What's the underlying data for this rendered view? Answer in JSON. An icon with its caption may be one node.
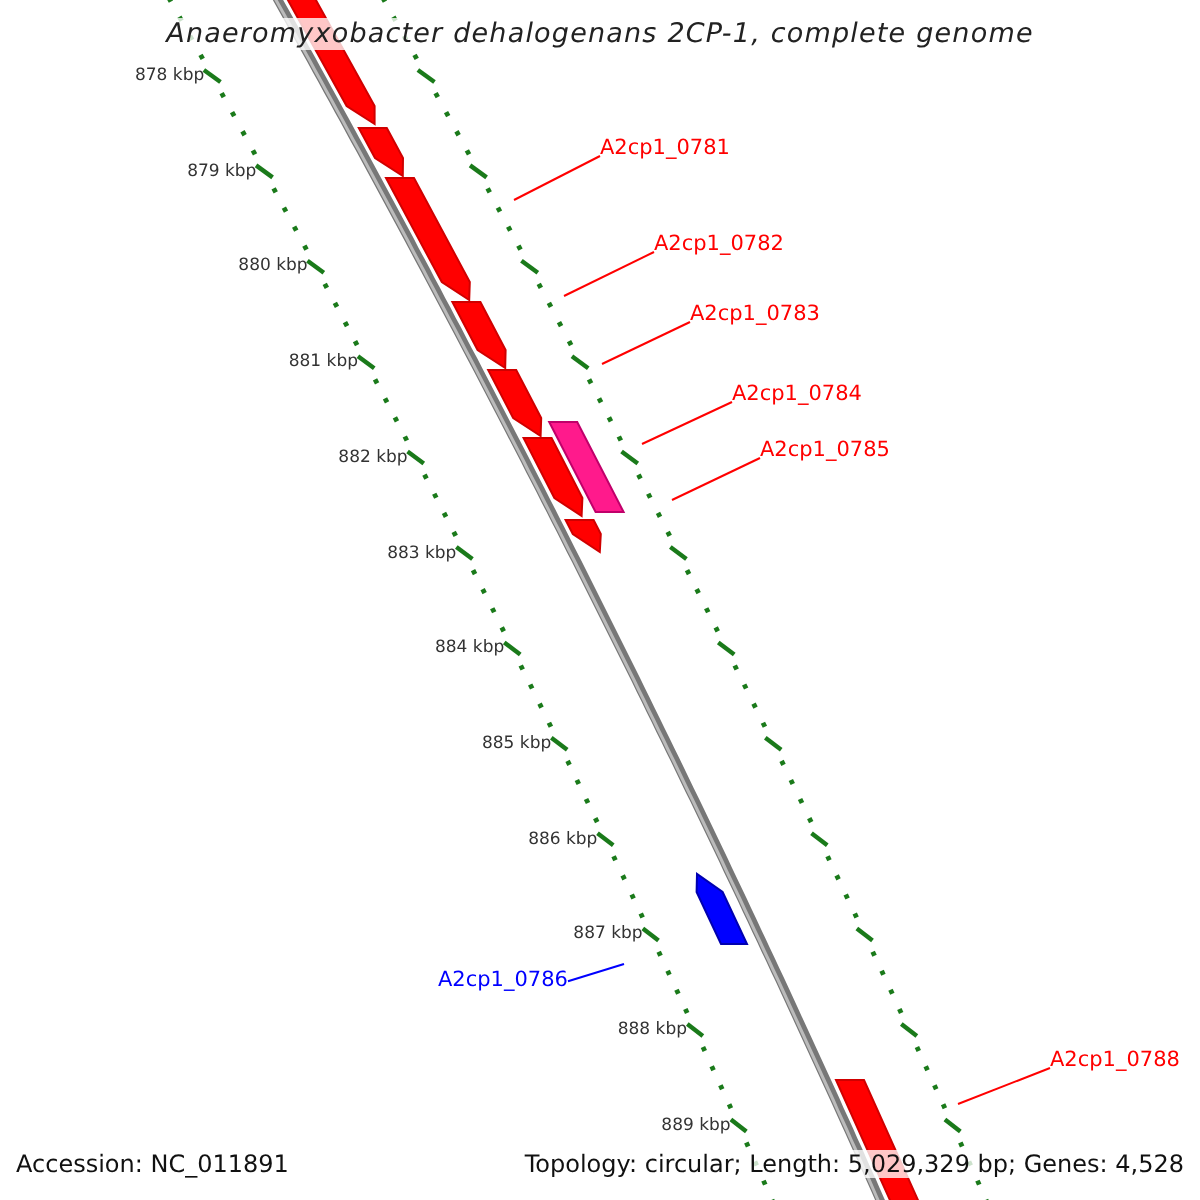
{
  "diagram": {
    "title": "Anaeromyxobacter dehalogenans 2CP-1, complete genome",
    "nodes": [
      {
        "text": [
          "A2cp1_0781"
        ]
      },
      {
        "text": [
          "A2cp1_0782"
        ]
      },
      {
        "text": [
          "A2cp1_0783"
        ]
      },
      {
        "text": [
          "A2cp1_0784"
        ]
      },
      {
        "text": [
          "A2cp1_0785"
        ]
      },
      {
        "text": [
          "A2cp1_0786"
        ]
      },
      {
        "text": [
          "A2cp1_0788"
        ]
      }
    ],
    "edges": [
      {
        "from": 0,
        "to": null,
        "arrow": "none"
      },
      {
        "from": 1,
        "to": null,
        "arrow": "none"
      },
      {
        "from": 2,
        "to": null,
        "arrow": "none"
      },
      {
        "from": 3,
        "to": null,
        "arrow": "none"
      },
      {
        "from": 4,
        "to": null,
        "arrow": "none"
      },
      {
        "from": 5,
        "to": null,
        "arrow": "none",
        "color": "#0000ff"
      },
      {
        "from": 6,
        "to": null,
        "arrow": "none"
      }
    ],
    "labels": [
      "878 kbp",
      "879 kbp",
      "880 kbp",
      "881 kbp",
      "882 kbp",
      "883 kbp",
      "884 kbp",
      "885 kbp",
      "886 kbp",
      "887 kbp",
      "888 kbp",
      "889 kbp",
      "Accession: NC_011891",
      "Topology: circular; Length: 5,029,329 bp; Genes: 4,528"
    ]
  }
}
